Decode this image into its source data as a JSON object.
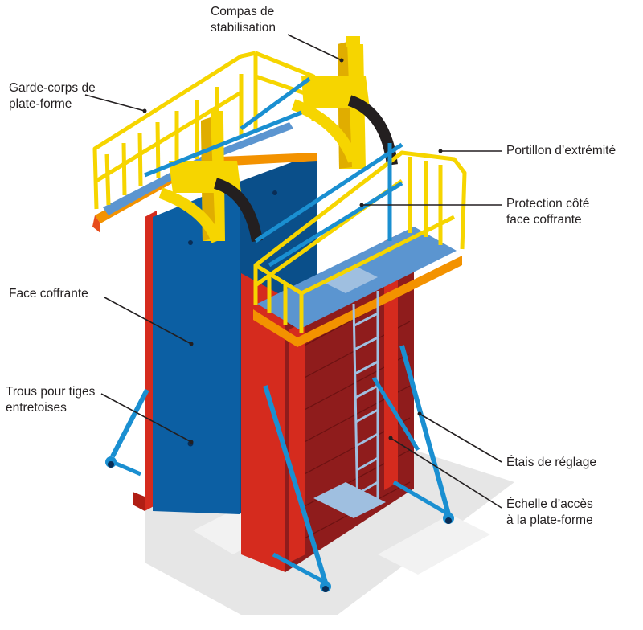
{
  "labels": {
    "compas": {
      "line1": "Compas de",
      "line2": "stabilisation"
    },
    "garde_corps": {
      "line1": "Garde-corps de",
      "line2": "plate-forme"
    },
    "portillon": {
      "line1": "Portillon d’extrémité"
    },
    "protection": {
      "line1": "Protection côté",
      "line2": "face coffrante"
    },
    "face": {
      "line1": "Face coffrante"
    },
    "trous": {
      "line1": "Trous pour tiges",
      "line2": "entretoises"
    },
    "etais": {
      "line1": "Étais de réglage"
    },
    "echelle": {
      "line1": "Échelle d’accès",
      "line2": "à la plate-forme"
    }
  },
  "colors": {
    "guardrail_yellow": "#f6d500",
    "guardrail_shade": "#e0ad00",
    "face_blue": "#0c5fa3",
    "deck_blue": "#5b95d0",
    "frame_red": "#d52b1e",
    "timber_red": "#8f1c1c",
    "prop_blue": "#1a8fd1",
    "ladder": "#9fbfe0",
    "shadow": "#e6e6e6"
  }
}
